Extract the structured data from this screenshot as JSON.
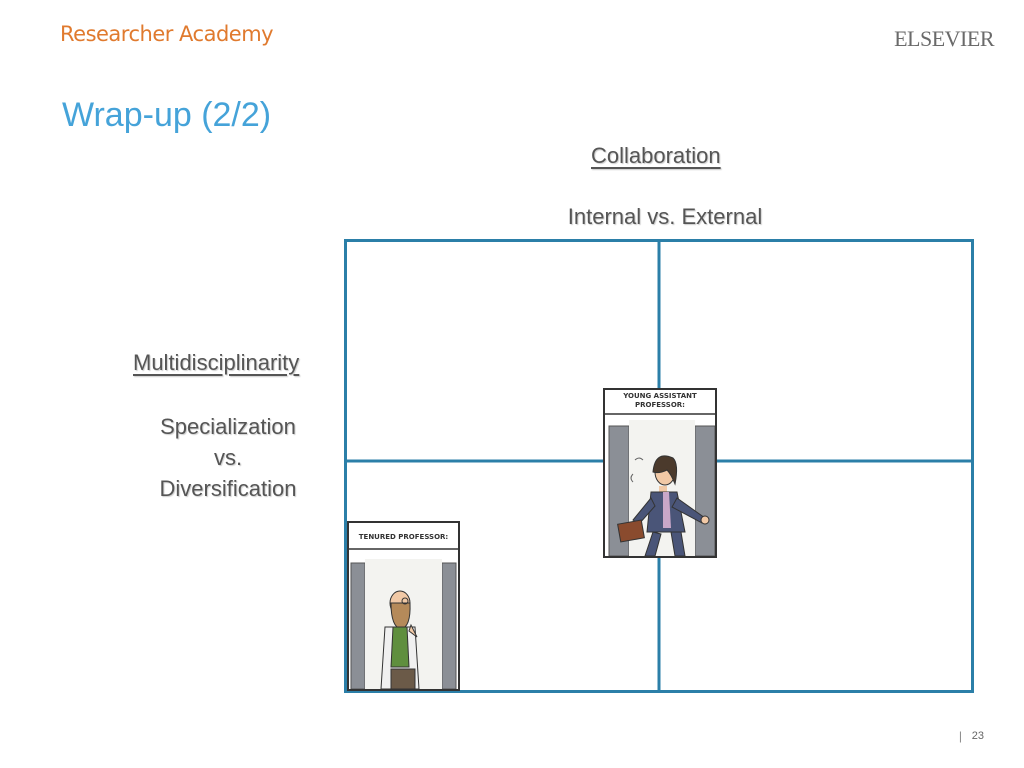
{
  "header": {
    "brand": "Researcher Academy",
    "publisher": "ELSEVIER"
  },
  "slide": {
    "title": "Wrap-up (2/2)",
    "page_number": "23",
    "page_separator": "|"
  },
  "collaboration": {
    "heading": "Collaboration",
    "text": "Internal vs. External"
  },
  "multidisciplinarity": {
    "heading": "Multidisciplinarity",
    "line1": "Specialization",
    "line2": "vs.",
    "line3": "Diversification"
  },
  "comics": {
    "young": {
      "caption_line1": "YOUNG ASSISTANT",
      "caption_line2": "PROFESSOR:"
    },
    "tenured": {
      "caption": "TENURED PROFESSOR:"
    }
  },
  "colors": {
    "brand": "#e07a2e",
    "title": "#45a3d9",
    "grid": "#2b7fa8"
  }
}
